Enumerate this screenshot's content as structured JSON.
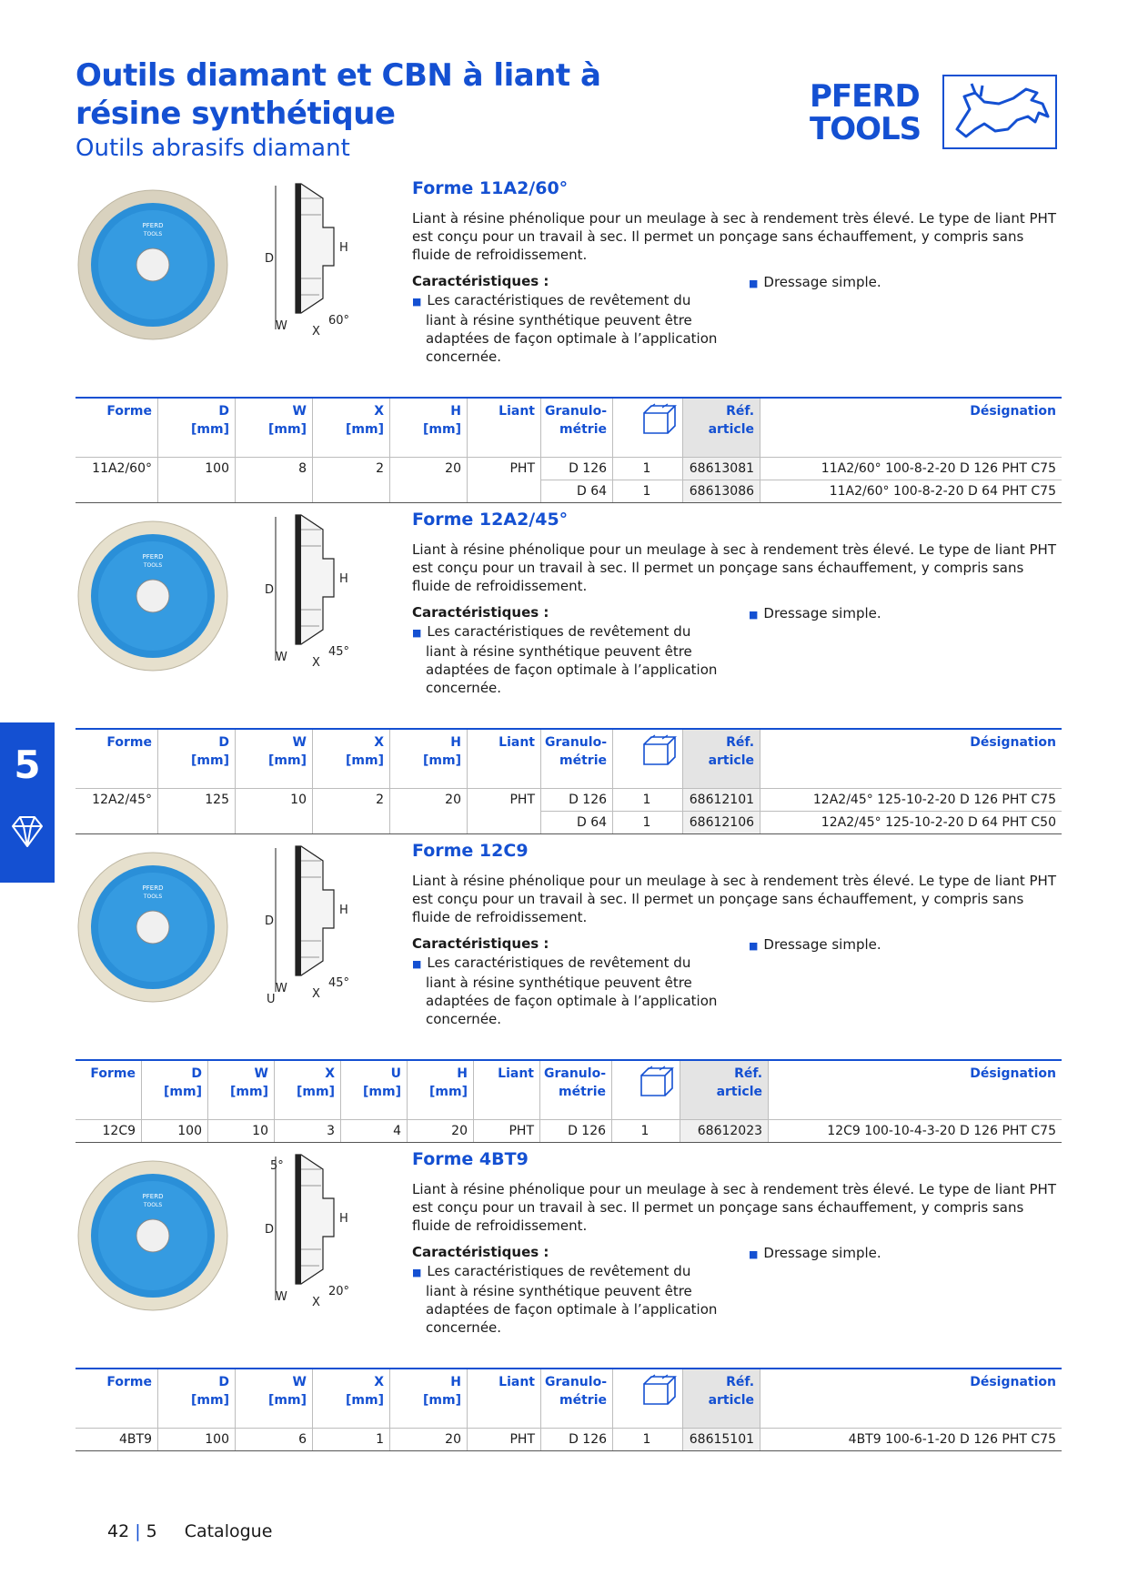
{
  "header": {
    "title": "Outils diamant et CBN à liant à résine synthétique",
    "subtitle": "Outils abrasifs diamant",
    "logo_line1": "PFERD",
    "logo_line2": "TOOLS"
  },
  "side_tab": {
    "chapter": "5"
  },
  "labels": {
    "carac_title": "Caractéristiques :",
    "carac_item": "Les caractéristiques de revêtement du liant à résine synthétique peuvent être adaptées de façon optimale à l’application concernée.",
    "carac_right": "Dressage simple.",
    "description": "Liant à résine phénolique pour un meulage à sec à rendement très élevé. Le type de liant PHT est conçu pour un travail à sec. Il permet un ponçage sans échauffement, y compris sans fluide de refroidissement.",
    "col_forme": "Forme",
    "col_d": "D",
    "col_w": "W",
    "col_x": "X",
    "col_u": "U",
    "col_h": "H",
    "col_mm": "[mm]",
    "col_liant": "Liant",
    "col_granulo_1": "Granulo-",
    "col_granulo_2": "métrie",
    "col_ref_1": "Réf.",
    "col_ref_2": "article",
    "col_designation": "Désignation"
  },
  "img_text": {
    "brand_small": "PFERD",
    "brand_small2": "TOOLS",
    "lbl_d": "D",
    "lbl_h": "H",
    "lbl_w": "W",
    "lbl_x": "X",
    "lbl_u": "U"
  },
  "sections": [
    {
      "title": "Forme 11A2/60°",
      "angle": "60°",
      "rows": [
        {
          "forme": "11A2/60°",
          "d": "100",
          "w": "8",
          "x": "2",
          "h": "20",
          "liant": "PHT",
          "granulo": "D 126",
          "pack": "1",
          "ref": "68613081",
          "designation": "11A2/60° 100-8-2-20 D 126 PHT C75"
        },
        {
          "granulo": "D 64",
          "pack": "1",
          "ref": "68613086",
          "designation": "11A2/60° 100-8-2-20 D 64 PHT C75"
        }
      ]
    },
    {
      "title": "Forme 12A2/45°",
      "angle": "45°",
      "rows": [
        {
          "forme": "12A2/45°",
          "d": "125",
          "w": "10",
          "x": "2",
          "h": "20",
          "liant": "PHT",
          "granulo": "D 126",
          "pack": "1",
          "ref": "68612101",
          "designation": "12A2/45° 125-10-2-20 D 126 PHT C75"
        },
        {
          "granulo": "D 64",
          "pack": "1",
          "ref": "68612106",
          "designation": "12A2/45° 125-10-2-20 D 64 PHT C50"
        }
      ]
    },
    {
      "title": "Forme 12C9",
      "angle": "45°",
      "rows": [
        {
          "forme": "12C9",
          "d": "100",
          "w": "10",
          "x": "3",
          "u": "4",
          "h": "20",
          "liant": "PHT",
          "granulo": "D 126",
          "pack": "1",
          "ref": "68612023",
          "designation": "12C9 100-10-4-3-20 D 126 PHT C75"
        }
      ]
    },
    {
      "title": "Forme 4BT9",
      "angle": "20°",
      "angle_top": "5°",
      "rows": [
        {
          "forme": "4BT9",
          "d": "100",
          "w": "6",
          "x": "1",
          "h": "20",
          "liant": "PHT",
          "granulo": "D 126",
          "pack": "1",
          "ref": "68615101",
          "designation": "4BT9 100-6-1-20 D 126 PHT C75"
        }
      ]
    }
  ],
  "footer": {
    "page": "42",
    "chapter": "5",
    "label": "Catalogue"
  },
  "colors": {
    "brand_blue": "#1450d2",
    "wheel_blue": "#1e90d6",
    "rim": "#e8e2cf"
  },
  "icons": {
    "pack": "box-icon",
    "logo": "horse-logo-icon",
    "chapter": "diamond-icon"
  }
}
